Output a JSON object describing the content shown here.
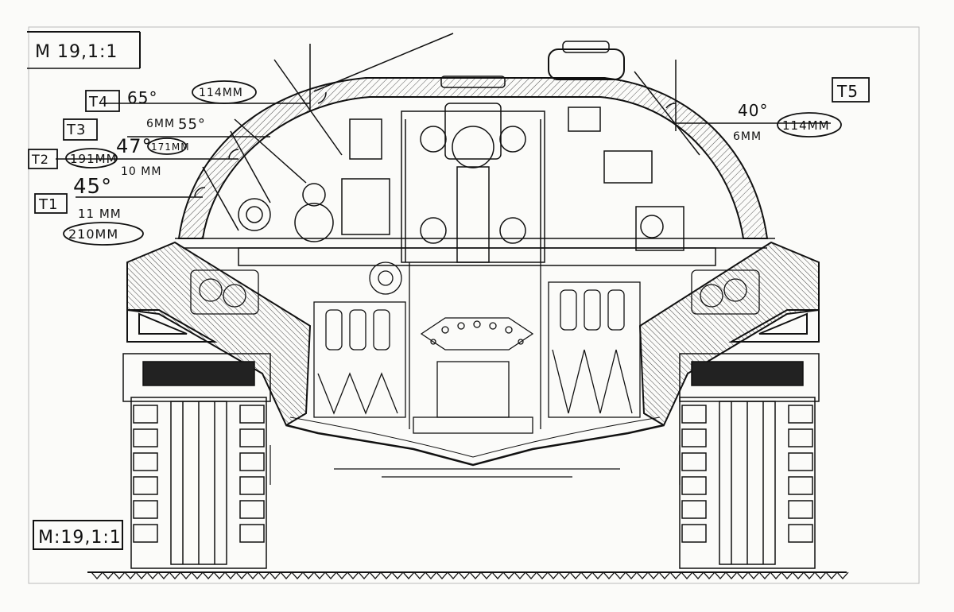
{
  "scale_top": "M 19,1:1",
  "scale_bottom": "M:19,1:1",
  "callouts": {
    "t1": {
      "tag": "T1",
      "angle": "45°",
      "thickness": "11 MM",
      "effective": "210MM"
    },
    "t2": {
      "tag": "T2",
      "angle": "47°",
      "thickness": "10 MM",
      "effective": "191MM"
    },
    "t3": {
      "tag": "T3",
      "angle": "55°",
      "thickness": "6MM",
      "effective": "171MM"
    },
    "t4": {
      "tag": "T4",
      "angle": "65°",
      "effective": "114MM"
    },
    "t5": {
      "tag": "T5",
      "angle": "40°",
      "thickness": "6MM",
      "effective": "114MM"
    }
  },
  "colors": {
    "ink": "#111111",
    "paper": "#fbfbf9",
    "hatch": "#555555"
  }
}
